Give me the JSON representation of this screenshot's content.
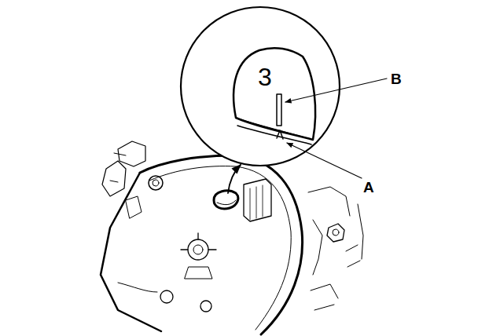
{
  "diagram": {
    "labels": [
      "3",
      "B",
      "A"
    ]
  }
}
